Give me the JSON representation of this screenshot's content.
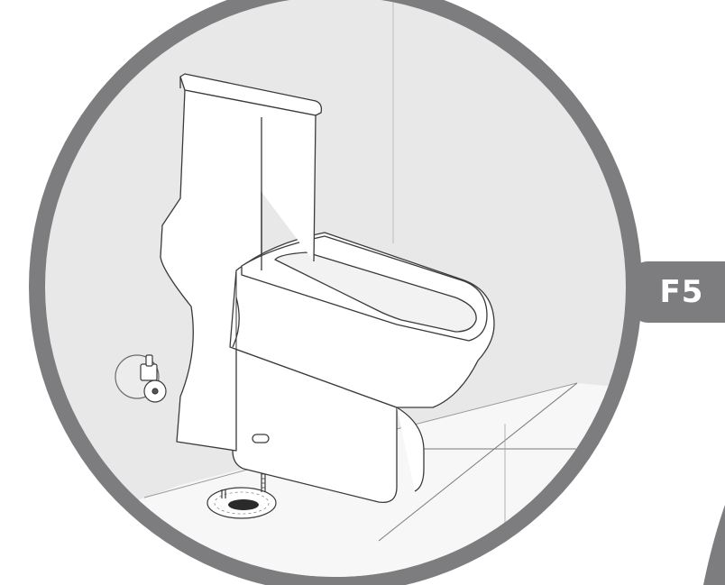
{
  "step": {
    "label": "F5"
  },
  "colors": {
    "frame": "#7d7d7f",
    "wall": "#e8e8e8",
    "floor": "#f6f6f6",
    "fixture": "#ffffff",
    "line": "#3a3a3a"
  },
  "icons": {
    "toilet": "one-piece-toilet",
    "valve": "water-supply-valve",
    "flange": "floor-flange"
  }
}
